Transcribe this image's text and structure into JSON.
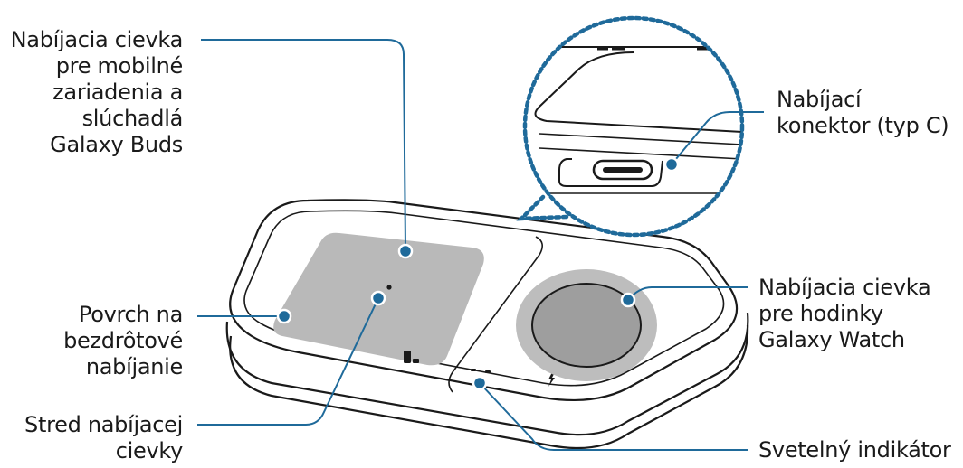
{
  "colors": {
    "callout": "#1f6a9a",
    "outline": "#1a1a1a",
    "pad_fill": "#ffffff",
    "coil_pad": "#b9b9b9",
    "watch_ring": "#bdbdbd",
    "watch_center": "#9e9e9e"
  },
  "labels": {
    "phone_coil": [
      "Nabíjacia cievka",
      "pre mobilné",
      "zariadenia a",
      "slúchadlá",
      "Galaxy Buds"
    ],
    "connector": [
      "Nabíjací",
      "konektor (typ C)"
    ],
    "surface": [
      "Povrch na",
      "bezdrôtové",
      "nabíjanie"
    ],
    "watch_coil": [
      "Nabíjacia cievka",
      "pre hodinky",
      "Galaxy Watch"
    ],
    "coil_center": [
      "Stred nabíjacej",
      "cievky"
    ],
    "indicator": [
      "Svetelný indikátor"
    ]
  }
}
